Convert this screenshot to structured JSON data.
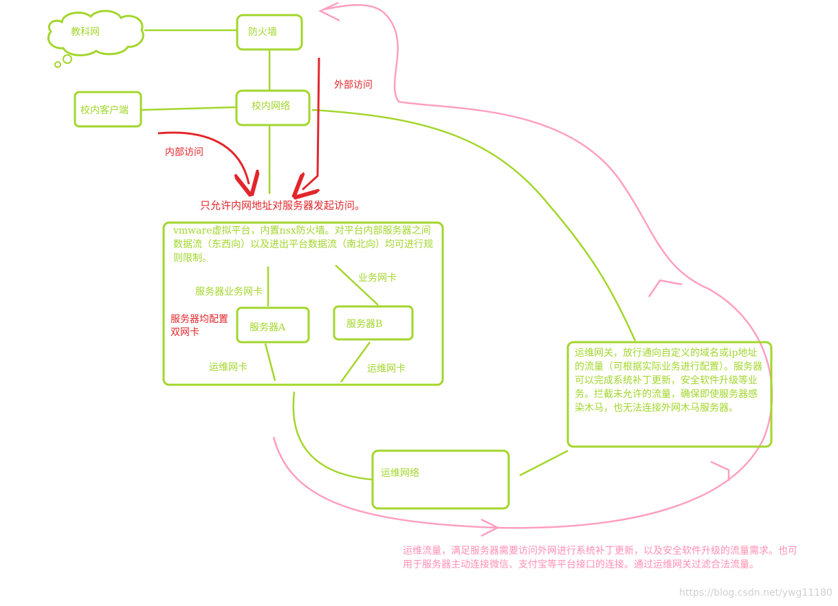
{
  "colors": {
    "green": "#a2d62b",
    "red": "#e2262b",
    "pink": "#ff8fb3",
    "background": "#ffffff"
  },
  "nodes": {
    "cloud": "教科网",
    "firewall": "防火墙",
    "campus_client": "校内客户端",
    "campus_network": "校内网络",
    "server_a": "服务器A",
    "server_b": "服务器B",
    "ops_network": "运维网络",
    "ops_gateway": "运维网关，放行通向自定义的域名或ip地址的流量（可根据实际业务进行配置）。服务器可以完成系统补丁更新，安全软件升级等业务。拦截未允许的流量，确保即使服务器感染木马，也无法连接外网木马服务器。"
  },
  "labels": {
    "external_access": "外部访问",
    "internal_access": "内部访问",
    "allow_internal_only": "只允许内网地址对服务器发起访问。",
    "vmware_platform": "vmware虚拟平台，内置nsx防火墙。对平台内部服务器之间数据流（东西向）以及进出平台数据流（南北向）均可进行规则限制。",
    "server_business_nic": "服务器业务网卡",
    "business_nic": "业务网卡",
    "dual_nic": "服务器均配置双网卡",
    "ops_nic_a": "运维网卡",
    "ops_nic_b": "运维网卡",
    "ops_traffic": "运维流量，满足服务器需要访问外网进行系统补丁更新，以及安全软件升级的流量需求。也可用于服务器主动连接微信、支付宝等平台接口的连接。通过运维网关过滤合法流量。",
    "watermark": "https://blog.csdn.net/ywg11180"
  }
}
